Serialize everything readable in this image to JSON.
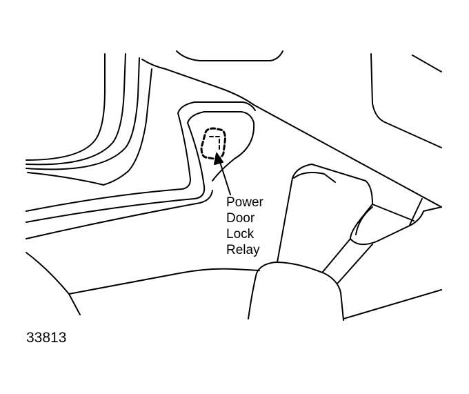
{
  "callout": {
    "lines": [
      "Power",
      "Door",
      "Lock",
      "Relay"
    ]
  },
  "figure_number": "33813",
  "colors": {
    "ink": "#000000",
    "paper": "#ffffff"
  }
}
